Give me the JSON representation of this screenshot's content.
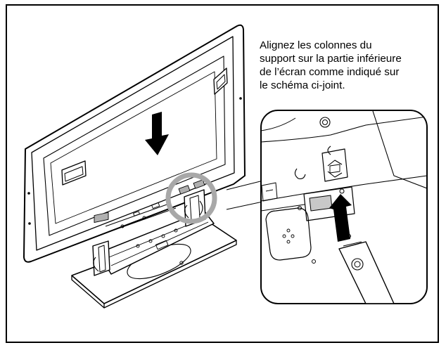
{
  "instruction": {
    "lines": [
      "Alignez les colonnes du",
      "support sur la partie inférieure",
      "de l’écran comme indiqué sur",
      "le schéma ci-joint."
    ]
  },
  "colors": {
    "line": "#000000",
    "highlight_circle": "#a8a8a8",
    "shade": "#c8c8c8",
    "background": "#ffffff"
  },
  "icons": {
    "down_arrow": "down-arrow-icon",
    "up_arrow": "up-arrow-icon"
  }
}
